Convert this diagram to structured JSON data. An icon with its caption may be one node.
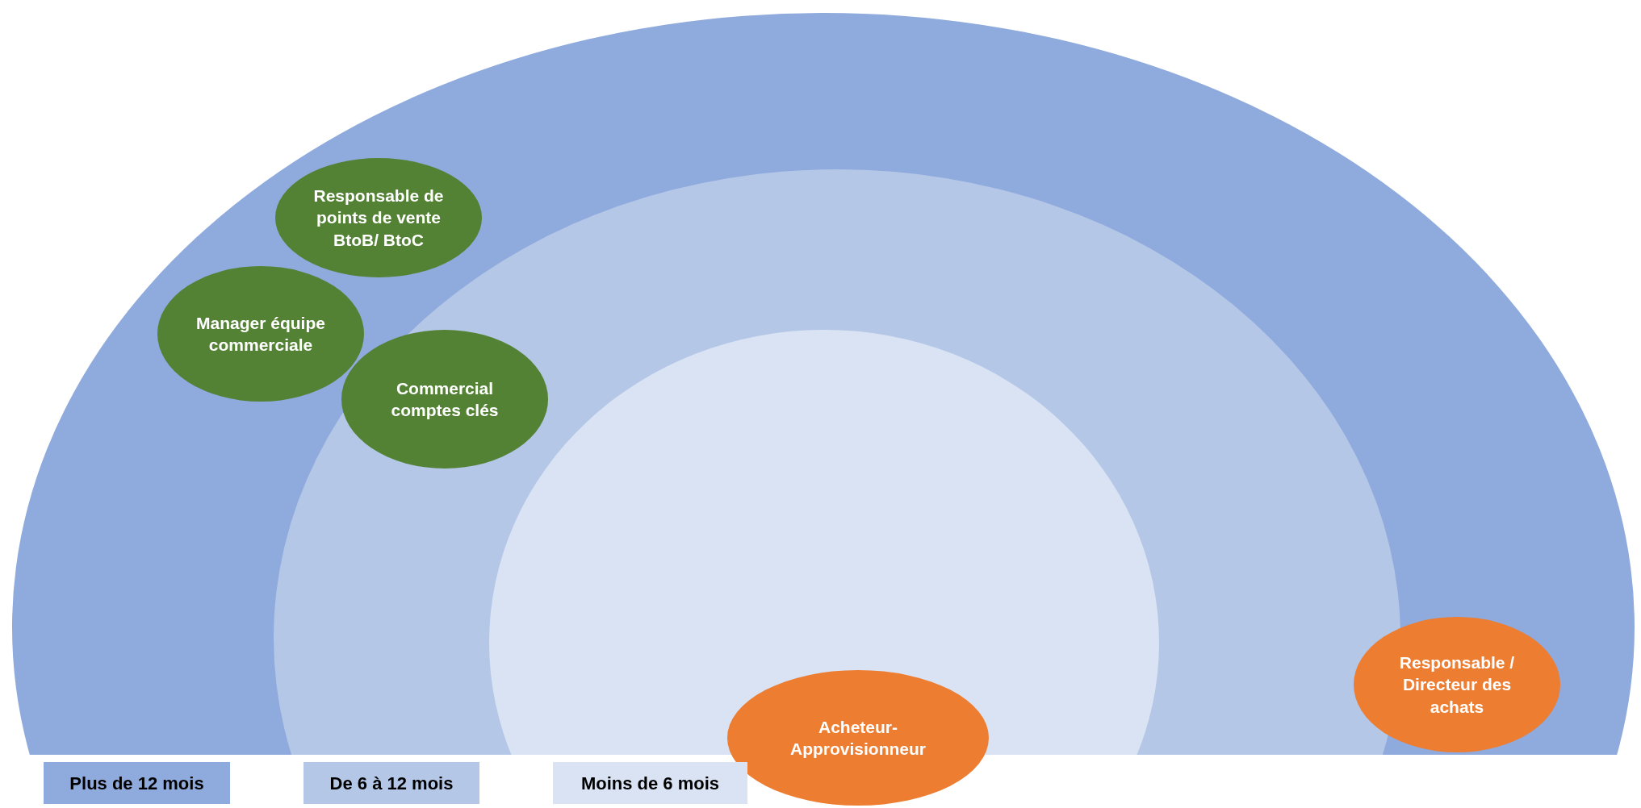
{
  "diagram": {
    "nodes": [
      {
        "text": [
          "Responsable de points de vente BtoB/ BtoC"
        ]
      },
      {
        "text": [
          "Manager équipe commerciale"
        ]
      },
      {
        "text": [
          "Commercial comptes clés"
        ]
      },
      {
        "text": [
          "Acheteur-Approvisionneur"
        ]
      },
      {
        "text": [
          "Responsable / Directeur des achats"
        ]
      }
    ],
    "legend": [
      {
        "text": "Plus de 12 mois",
        "color": "#8faadc"
      },
      {
        "text": "De 6 à 12 mois",
        "color": "#b4c7e7"
      },
      {
        "text": "Moins de 6 mois",
        "color": "#dae3f3"
      }
    ]
  }
}
